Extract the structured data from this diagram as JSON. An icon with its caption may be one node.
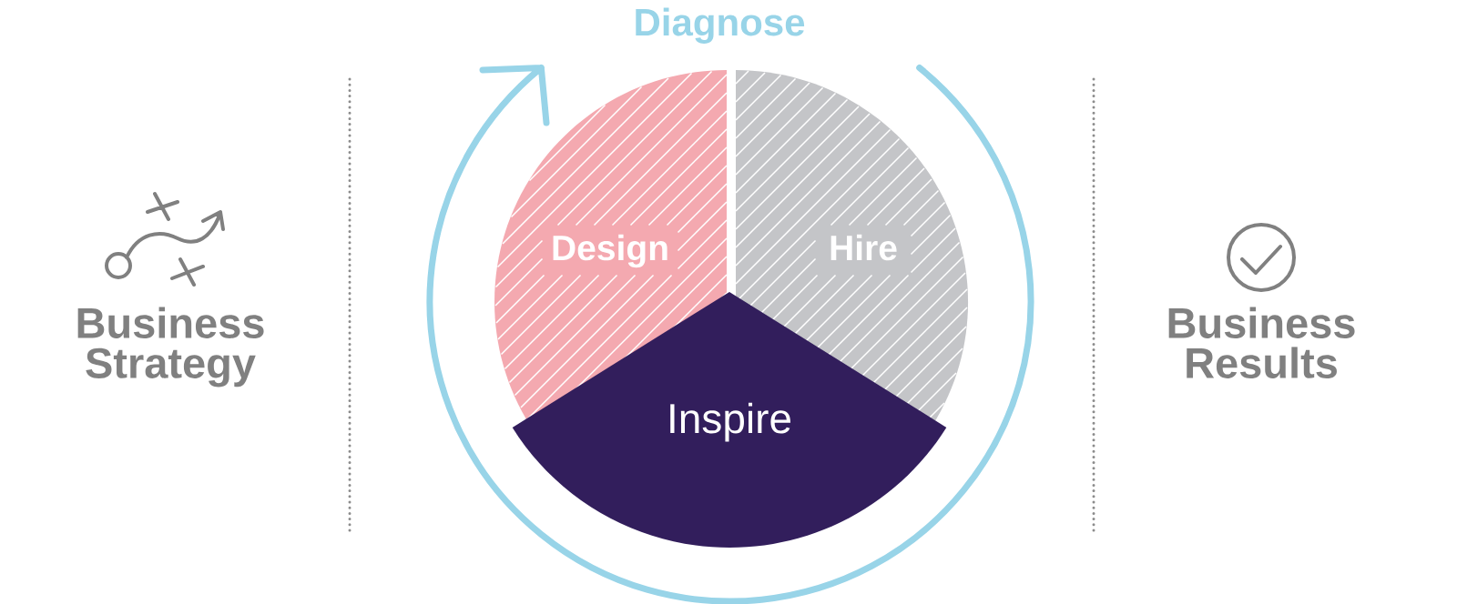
{
  "diagram": {
    "nodes": [
      {
        "text": [
          "Design"
        ]
      },
      {
        "text": [
          "Hire"
        ]
      },
      {
        "text": [
          "Inspire"
        ]
      }
    ],
    "labels": [
      "Diagnose",
      "Business Strategy",
      "Business Results"
    ]
  }
}
